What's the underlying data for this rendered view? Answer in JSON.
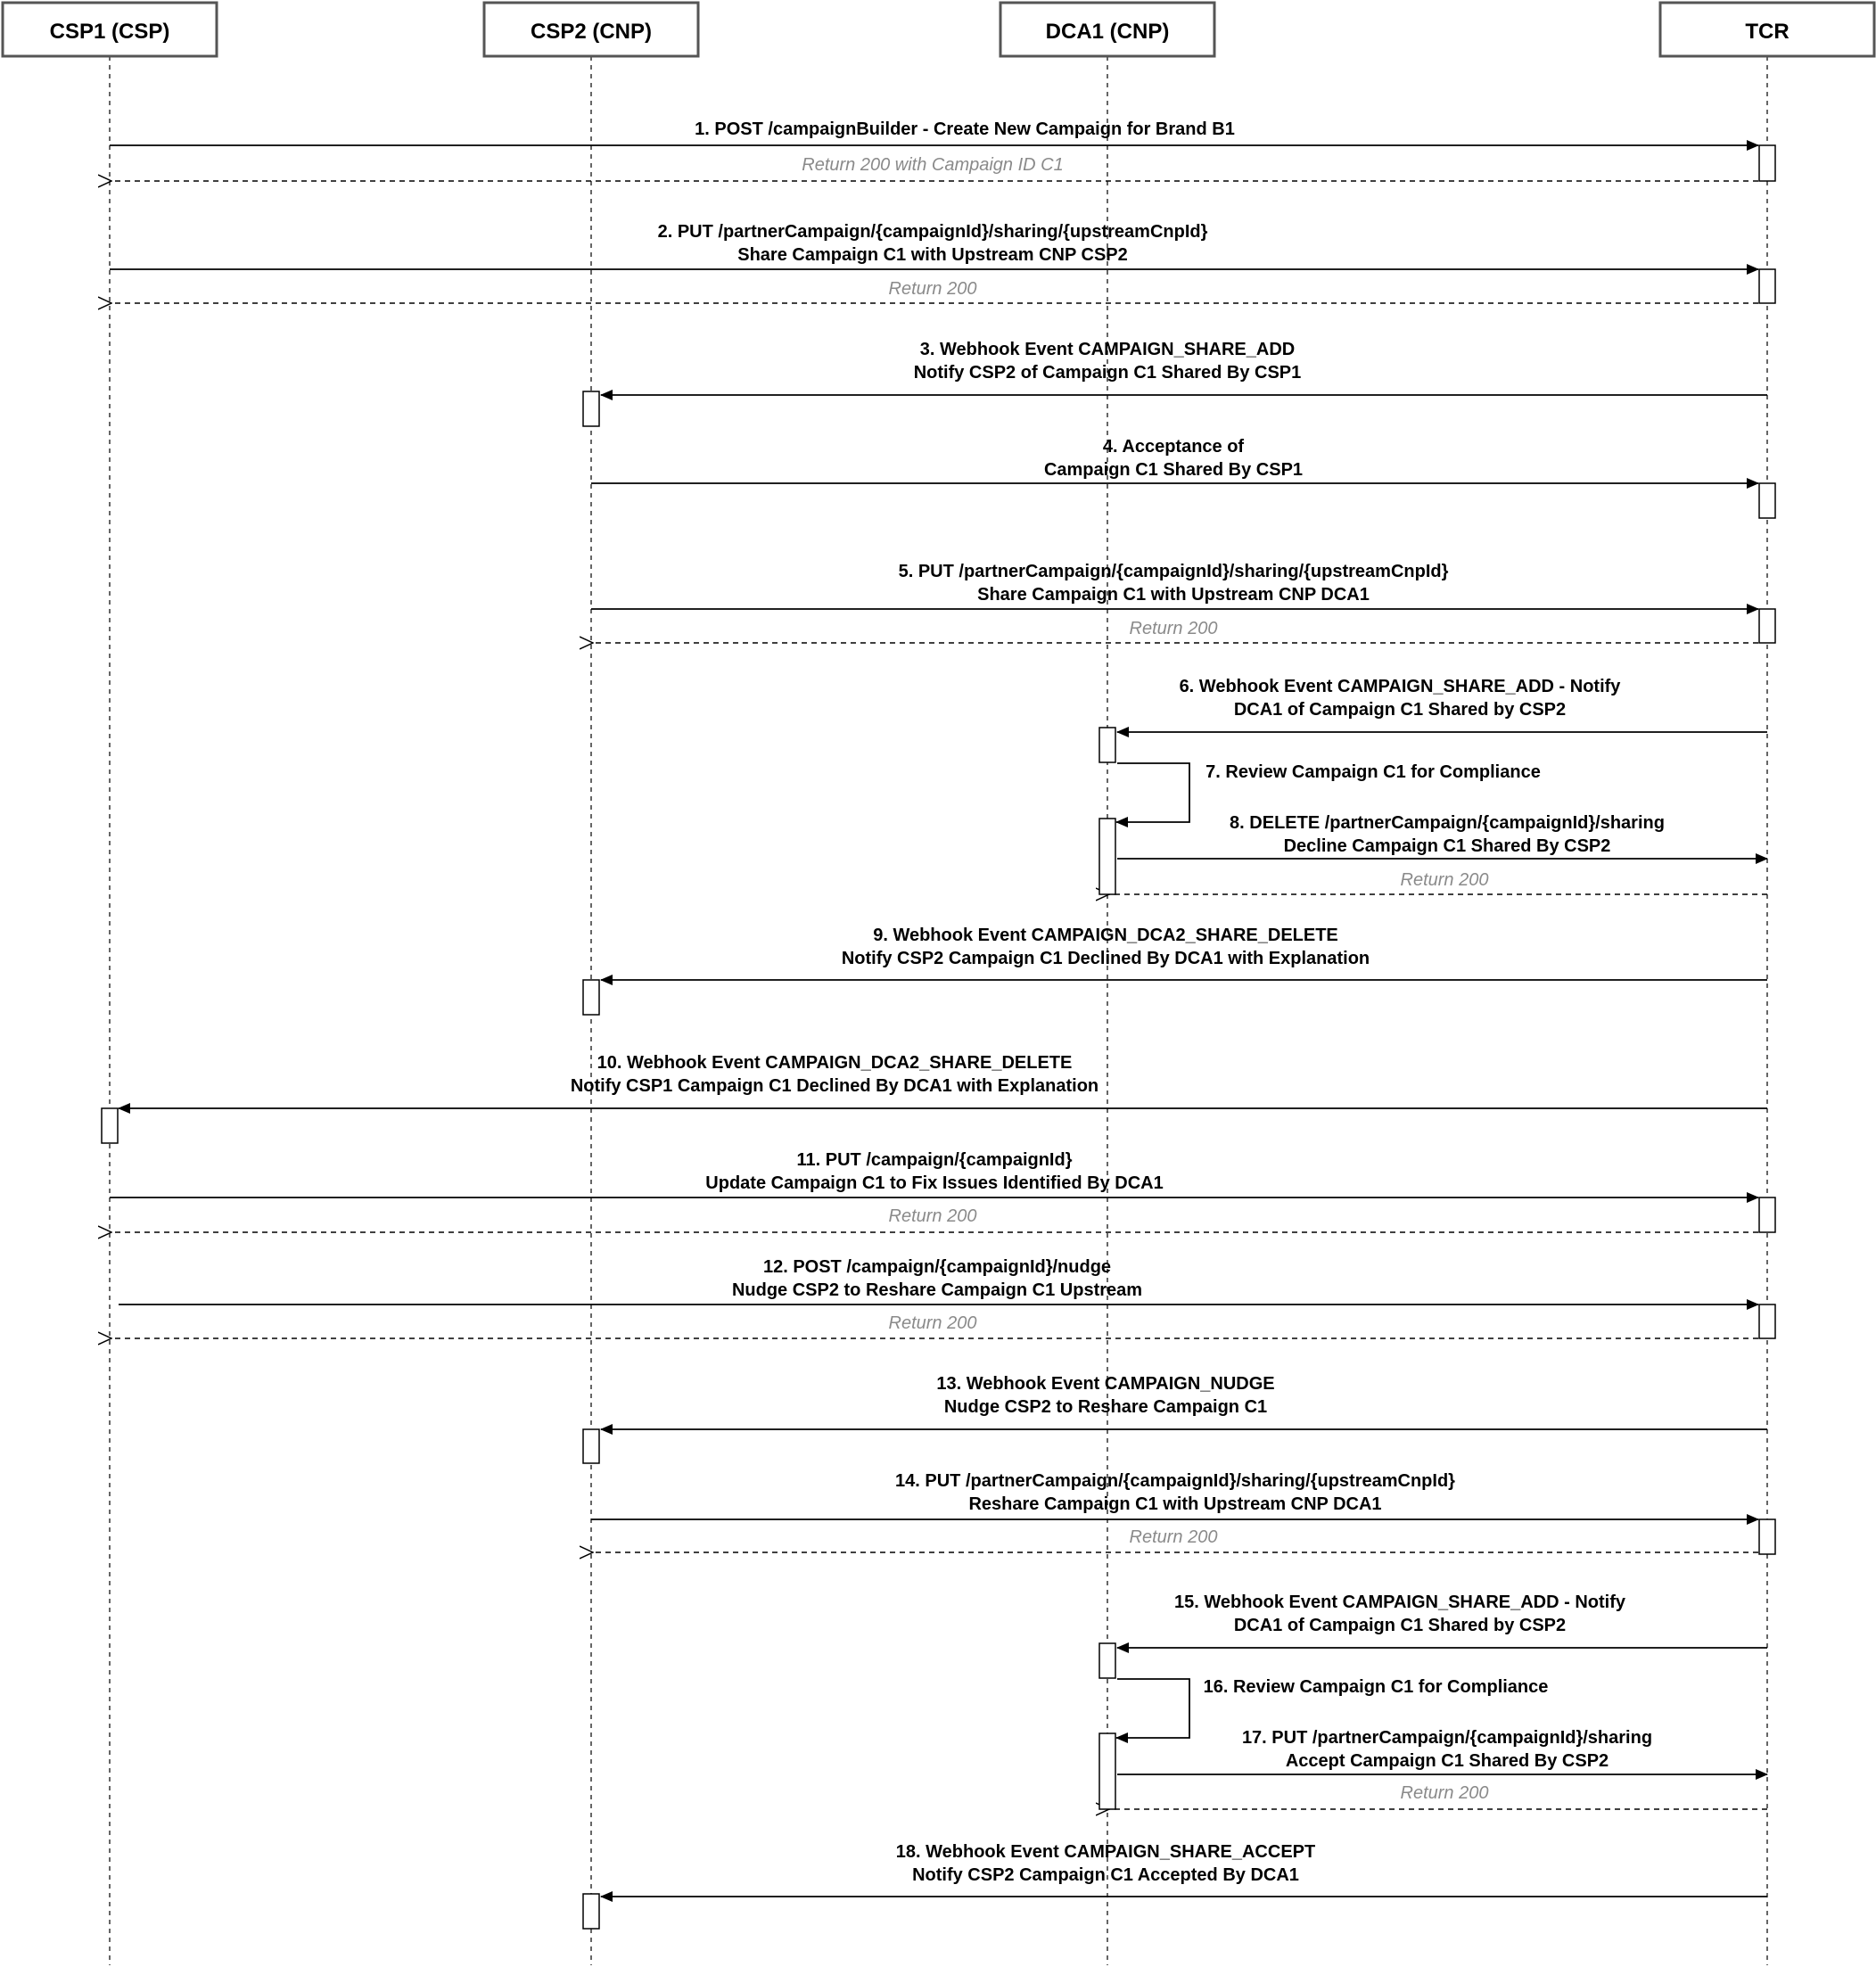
{
  "participants": [
    "CSP1 (CSP)",
    "CSP2 (CNP)",
    "DCA1 (CNP)",
    "TCR"
  ],
  "messages": [
    {
      "lines": [
        "1. POST /campaignBuilder - Create New Campaign for Brand B1"
      ],
      "return": "Return 200 with Campaign ID C1"
    },
    {
      "lines": [
        "2. PUT /partnerCampaign/{campaignId}/sharing/{upstreamCnpId}",
        "Share Campaign C1 with Upstream CNP CSP2"
      ],
      "return": "Return 200"
    },
    {
      "lines": [
        "3. Webhook Event CAMPAIGN_SHARE_ADD",
        "Notify CSP2 of Campaign C1 Shared By CSP1"
      ]
    },
    {
      "lines": [
        "4. Acceptance of",
        "Campaign C1 Shared By CSP1"
      ]
    },
    {
      "lines": [
        "5. PUT /partnerCampaign/{campaignId}/sharing/{upstreamCnpId}",
        "Share Campaign C1 with Upstream CNP DCA1"
      ],
      "return": "Return 200"
    },
    {
      "lines": [
        "6. Webhook Event CAMPAIGN_SHARE_ADD - Notify",
        "DCA1 of Campaign C1 Shared by CSP2"
      ]
    },
    {
      "lines": [
        "7. Review Campaign C1 for Compliance"
      ]
    },
    {
      "lines": [
        "8. DELETE /partnerCampaign/{campaignId}/sharing",
        "Decline Campaign C1 Shared By CSP2"
      ],
      "return": "Return 200"
    },
    {
      "lines": [
        "9. Webhook Event CAMPAIGN_DCA2_SHARE_DELETE",
        "Notify CSP2 Campaign C1 Declined By DCA1 with Explanation"
      ]
    },
    {
      "lines": [
        "10. Webhook Event CAMPAIGN_DCA2_SHARE_DELETE",
        "Notify CSP1 Campaign C1 Declined By DCA1 with Explanation"
      ]
    },
    {
      "lines": [
        "11. PUT /campaign/{campaignId}",
        "Update Campaign C1 to Fix Issues Identified By DCA1"
      ],
      "return": "Return 200"
    },
    {
      "lines": [
        "12. POST /campaign/{campaignId}/nudge",
        "Nudge CSP2 to Reshare Campaign C1 Upstream"
      ],
      "return": "Return 200"
    },
    {
      "lines": [
        "13. Webhook Event CAMPAIGN_NUDGE",
        "Nudge CSP2 to Reshare Campaign C1"
      ]
    },
    {
      "lines": [
        "14. PUT /partnerCampaign/{campaignId}/sharing/{upstreamCnpId}",
        "Reshare Campaign C1 with Upstream CNP DCA1"
      ],
      "return": "Return 200"
    },
    {
      "lines": [
        "15. Webhook Event CAMPAIGN_SHARE_ADD - Notify",
        "DCA1 of Campaign C1 Shared by CSP2"
      ]
    },
    {
      "lines": [
        "16. Review Campaign C1 for Compliance"
      ]
    },
    {
      "lines": [
        "17. PUT /partnerCampaign/{campaignId}/sharing",
        "Accept Campaign C1 Shared By CSP2"
      ],
      "return": "Return 200"
    },
    {
      "lines": [
        "18. Webhook Event CAMPAIGN_SHARE_ACCEPT",
        "Notify CSP2 Campaign C1 Accepted By DCA1"
      ]
    }
  ]
}
